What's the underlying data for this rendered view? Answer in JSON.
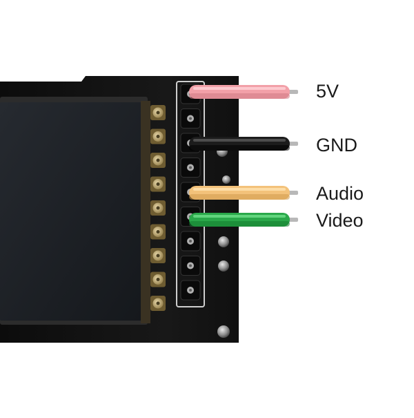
{
  "wires": [
    {
      "label": "5V",
      "color": "#f2a0a8",
      "highlight": "#ffd3d8",
      "shade": "#d07a84"
    },
    {
      "label": "GND",
      "color": "#1c1c1c",
      "highlight": "#5a5a5a",
      "shade": "#000000"
    },
    {
      "label": "Audio",
      "color": "#f3c27a",
      "highlight": "#ffe4b3",
      "shade": "#cf9a4c"
    },
    {
      "label": "Video",
      "color": "#2aa84a",
      "highlight": "#6fe08a",
      "shade": "#137a2e"
    }
  ],
  "colors": {
    "board": "#141414",
    "screen": "#1d2126",
    "screen_bezel": "#2a2a2a",
    "gold_pad": "#b59c63",
    "header_pin": "#9a9a9a",
    "silk": "#d8d8d8"
  }
}
